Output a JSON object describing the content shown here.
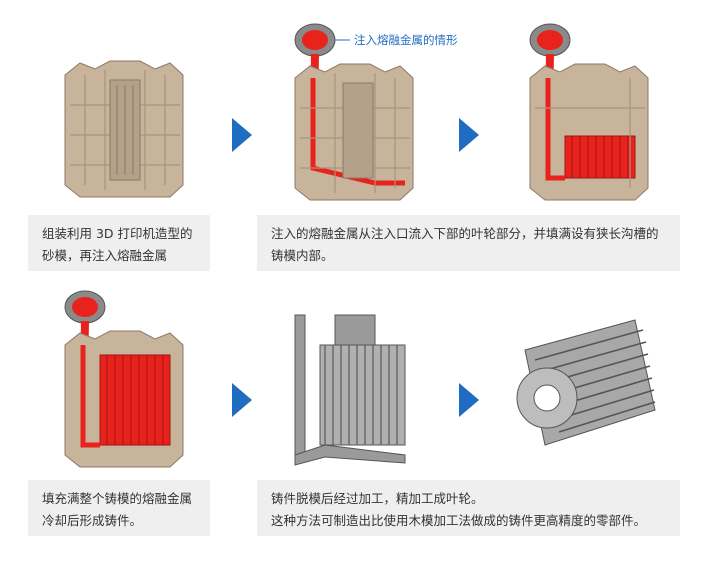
{
  "steps": [
    {
      "caption": "组装利用 3D 打印机造型的\n砂模，再注入熔融金属"
    },
    {
      "caption": "注入的熔融金属从注入口流入下部的叶轮部分，并填满设有狭长沟槽的\n铸模内部。"
    },
    {
      "caption": "填充满整个铸模的熔融金属\n冷却后形成铸件。"
    },
    {
      "caption": "铸件脱模后经过加工，精加工成叶轮。\n这种方法可制造出比使用木模加工法做成的铸件更高精度的零部件。"
    }
  ],
  "callout": "注入熔融金属的情形",
  "colors": {
    "accent": "#1f6cc0",
    "sand": "#c8b39b",
    "molten": "#e8231e",
    "metal": "#9a9a9a"
  }
}
